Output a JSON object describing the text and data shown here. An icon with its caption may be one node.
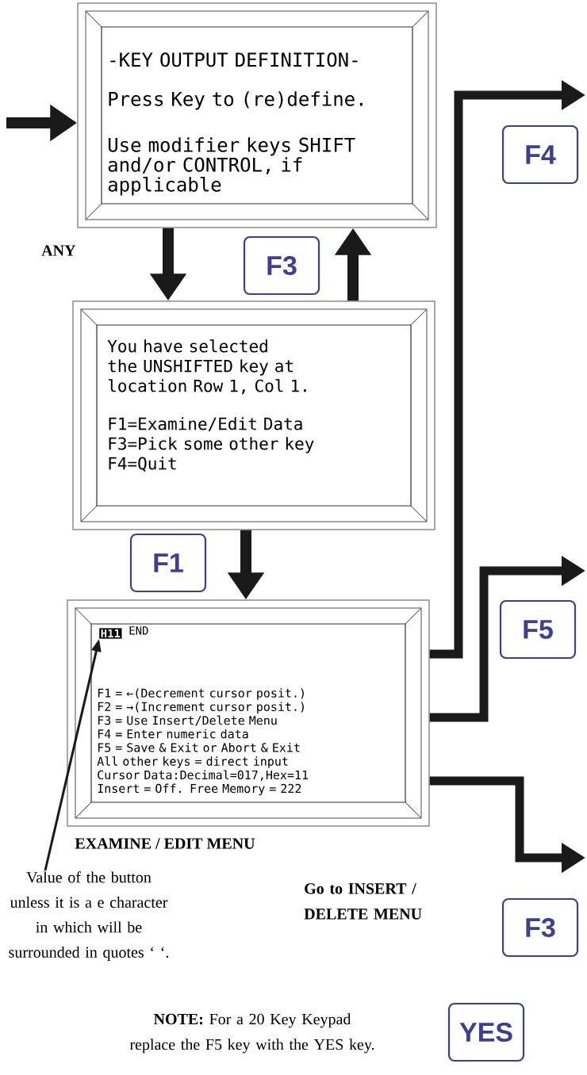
{
  "diagram": {
    "nodes": [
      {
        "text": [
          "-KEY OUTPUT DEFINITION-",
          "Press Key to (re)define.",
          "Use modifier keys SHIFT and/or CONTROL, if applicable"
        ]
      },
      {
        "text": [
          "F4"
        ]
      },
      {
        "text": [
          "F3"
        ]
      },
      {
        "text": [
          "You have selected the UNSHIFTED key at location Row 1, Col 1.",
          "F1=Examine/Edit Data F3=Pick some other key F4=Quit"
        ]
      },
      {
        "text": [
          "F1"
        ]
      },
      {
        "text": [
          "F5"
        ]
      },
      {
        "text": [
          "END",
          "F1 = ←(Decrement cursor posit.)",
          "F2 = →(Increment cursor posit.)",
          "F3 = Use Insert/Delete Menu",
          "F4 = Enter numeric data",
          "F5 = Save & Exit or Abort & Exit",
          "All other keys = direct input",
          "Cursor Data:Decimal=017,Hex=11",
          "Insert = Off. Free Memory = 222"
        ],
        "beside": [
          "EXAMINE / EDIT MENU"
        ]
      },
      {
        "text": [
          "H11"
        ],
        "in": 6
      },
      {
        "text": [
          "Value of the button unless it is a e character in which will be surrounded in quotes ‘ ‘."
        ]
      },
      {
        "text": [
          "F3"
        ]
      },
      {
        "text": [
          "YES"
        ]
      }
    ],
    "edges": [
      {
        "from": null,
        "to": 0,
        "arrow": "to"
      },
      {
        "from": 0,
        "to": 3,
        "arrow": "to"
      },
      {
        "from": 3,
        "to": 0,
        "arrow": "to"
      },
      {
        "from": 3,
        "to": 6,
        "arrow": "to"
      },
      {
        "from": 6,
        "to": null,
        "arrow": "to"
      },
      {
        "from": 6,
        "to": null,
        "arrow": "to"
      },
      {
        "from": 6,
        "to": null,
        "arrow": "to"
      },
      {
        "from": 8,
        "to": 7,
        "arrow": "to"
      }
    ],
    "labels": [
      "ANY",
      "Go to INSERT / DELETE MENU",
      "**NOTE:** For a 20 Key Keypad replace the F5 key with the YES key."
    ]
  }
}
